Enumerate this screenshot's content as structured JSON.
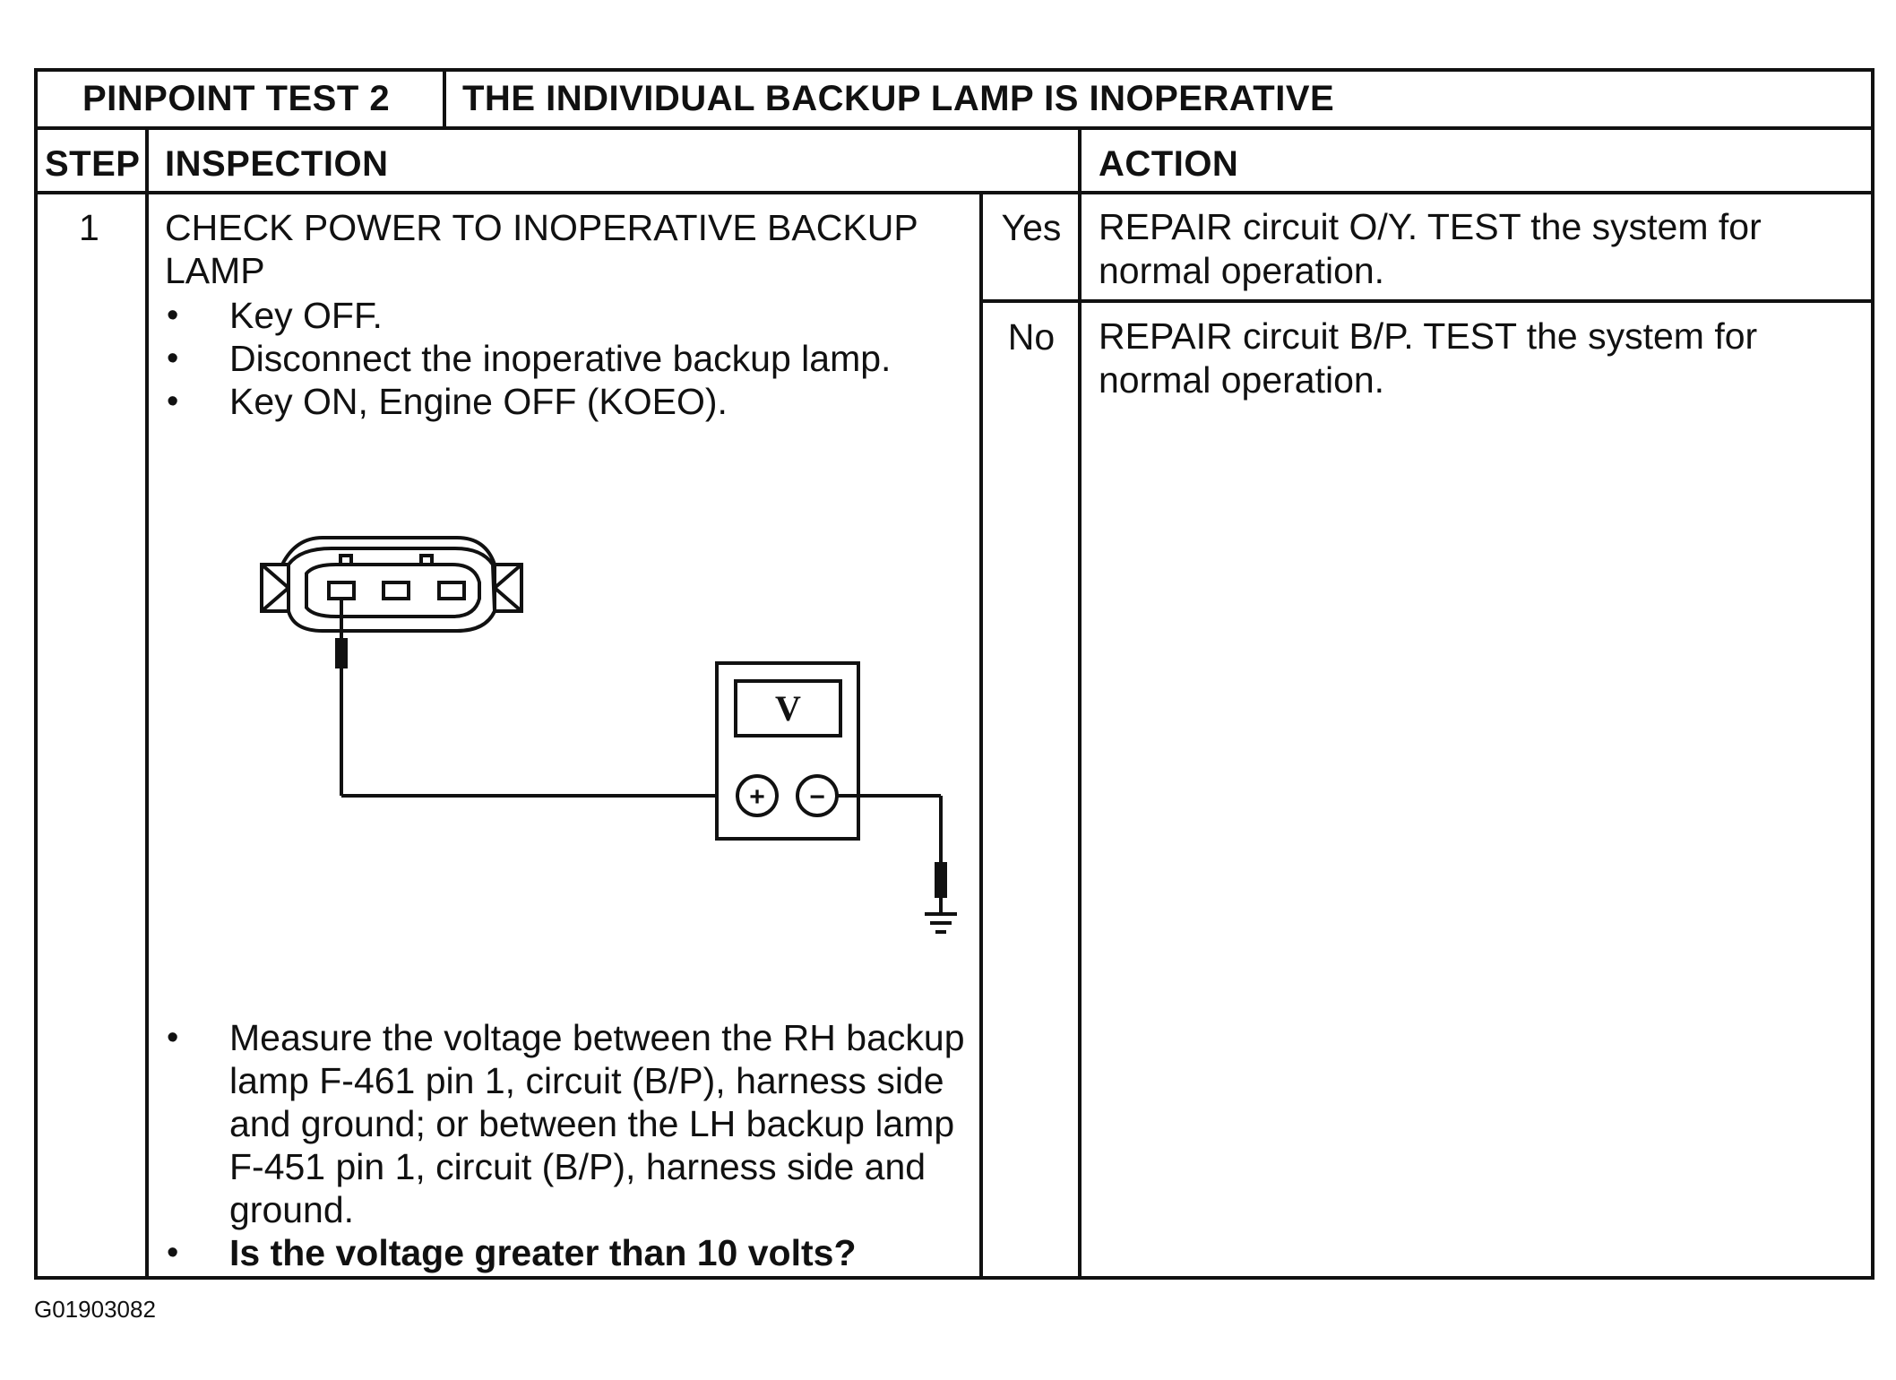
{
  "header": {
    "test_label": "PINPOINT TEST 2",
    "test_title": "THE INDIVIDUAL BACKUP LAMP IS INOPERATIVE"
  },
  "columns": {
    "step": "STEP",
    "inspection": "INSPECTION",
    "action": "ACTION"
  },
  "step": {
    "number": "1",
    "title_line1": "CHECK POWER TO INOPERATIVE BACKUP",
    "title_line2": "LAMP",
    "bullets_top": [
      "Key OFF.",
      "Disconnect the inoperative backup lamp.",
      "Key ON, Engine OFF (KOEO)."
    ],
    "bullets_bottom_lines": [
      "Measure the voltage between the RH backup",
      "lamp F-461 pin 1, circuit (B/P), harness side",
      "and ground; or between the LH backup lamp",
      "F-451 pin 1, circuit (B/P), harness side and",
      "ground."
    ],
    "question": "Is the voltage greater than 10 volts?"
  },
  "answers": {
    "yes_label": "Yes",
    "yes_action_line1": "REPAIR circuit O/Y. TEST the system for",
    "yes_action_line2": "normal operation.",
    "no_label": "No",
    "no_action_line1": "REPAIR circuit B/P. TEST the system for",
    "no_action_line2": "normal operation."
  },
  "diagram": {
    "meter_symbol": "V",
    "plus_symbol": "+",
    "minus_symbol": "−"
  },
  "figure_id": "G01903082"
}
